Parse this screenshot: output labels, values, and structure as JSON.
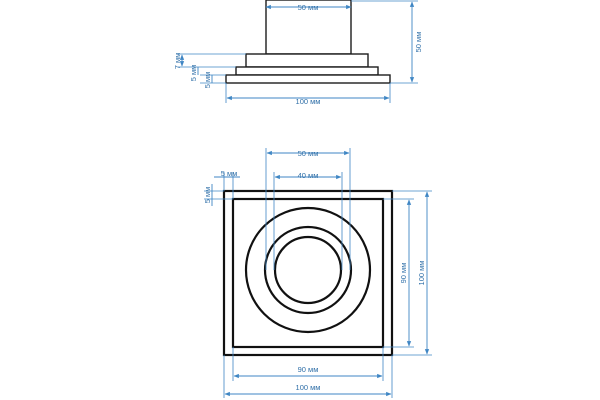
{
  "side_view": {
    "top_width": "50 мм",
    "height": "50 мм",
    "step_7": "7 мм",
    "step_5a": "5 мм",
    "step_5b": "5 мм",
    "base_width": "100 мм"
  },
  "top_view": {
    "outer_ring_diameter": "50 мм",
    "inner_ring_diameter": "40 мм",
    "border_5_horizontal": "5 мм",
    "border_5_vertical": "5 мм",
    "inner_square_height": "90 мм",
    "outer_square_height": "100 мм",
    "inner_square_width": "90 мм",
    "outer_square_width": "100 мм"
  },
  "colors": {
    "dimension": "#3f86c4",
    "outline": "#1c1c1c"
  }
}
